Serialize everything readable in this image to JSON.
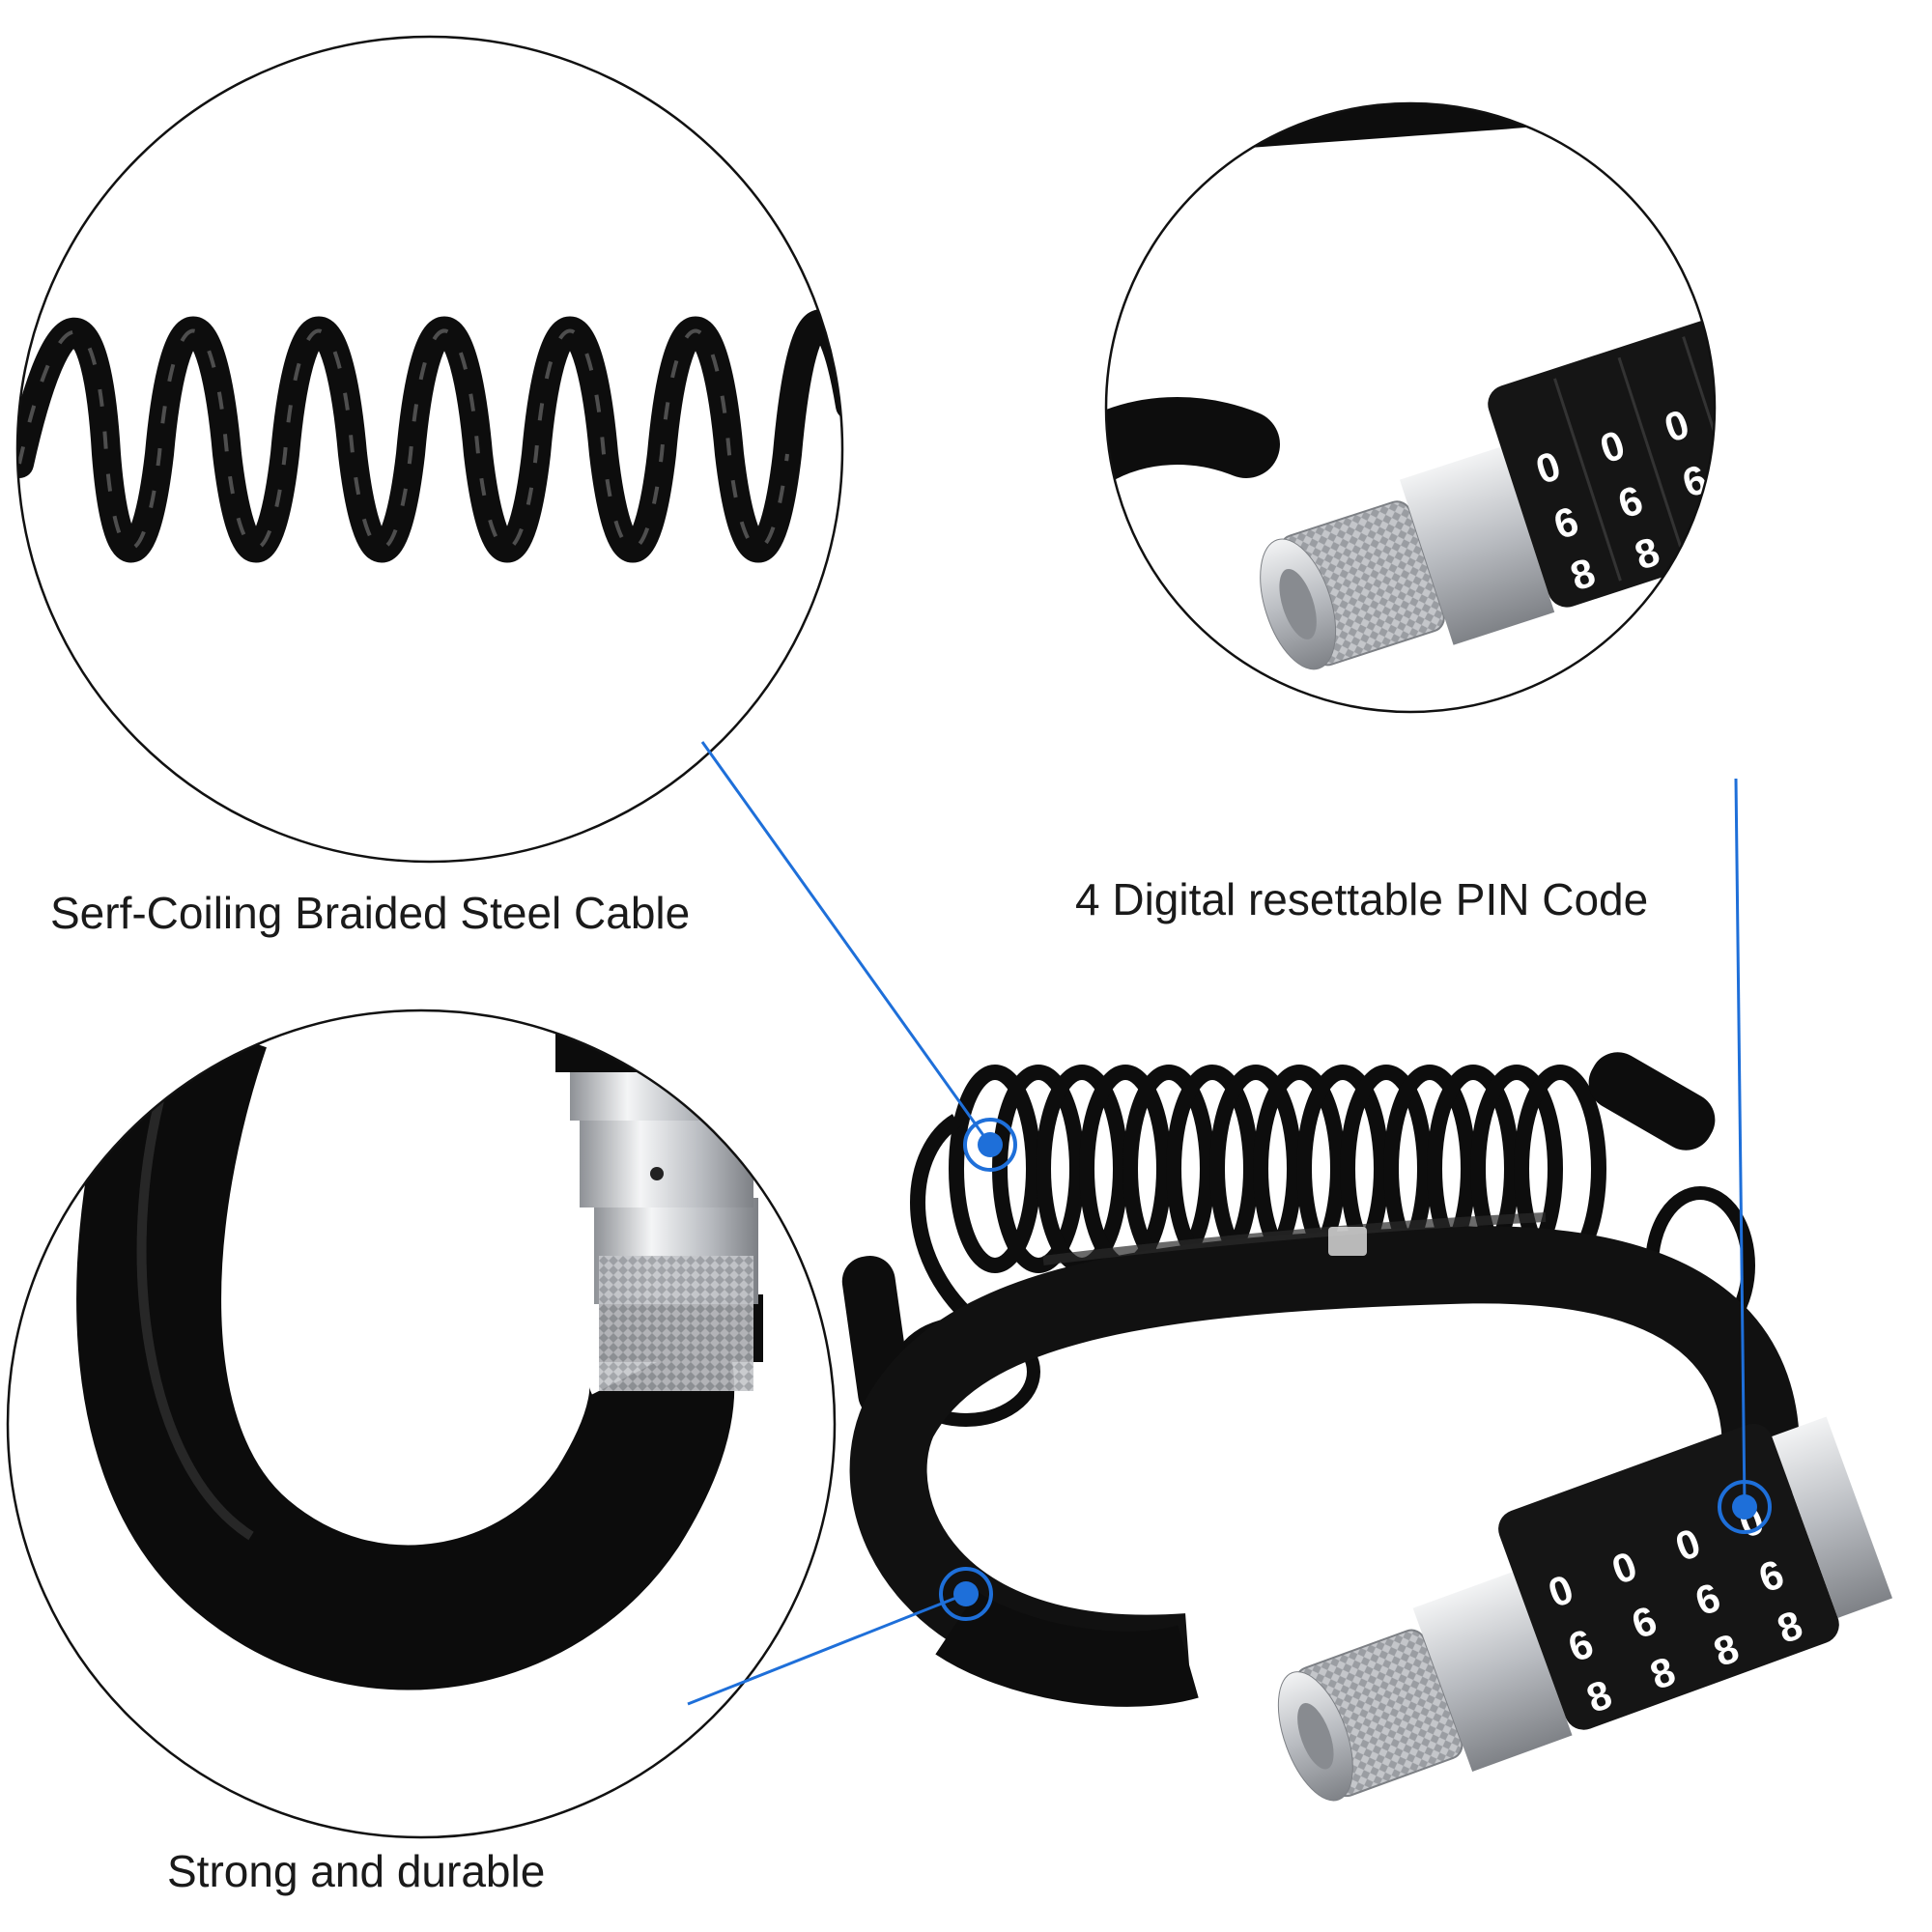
{
  "labels": {
    "cable": "Serf-Coiling Braided Steel Cable",
    "pin": "4 Digital resettable PIN Code",
    "strong": "Strong and durable"
  },
  "lock_digits": {
    "top_row": [
      "0",
      "0",
      "0",
      "0"
    ],
    "middle_row": [
      "6",
      "6",
      "6",
      "6"
    ],
    "bottom_row": [
      "8",
      "8",
      "8",
      "8"
    ]
  },
  "colors": {
    "callout_blue": "#1e6fd9",
    "cable_black": "#0d0d0d",
    "metal_silver": "#c9cbcf",
    "circle_outline": "#111111"
  }
}
